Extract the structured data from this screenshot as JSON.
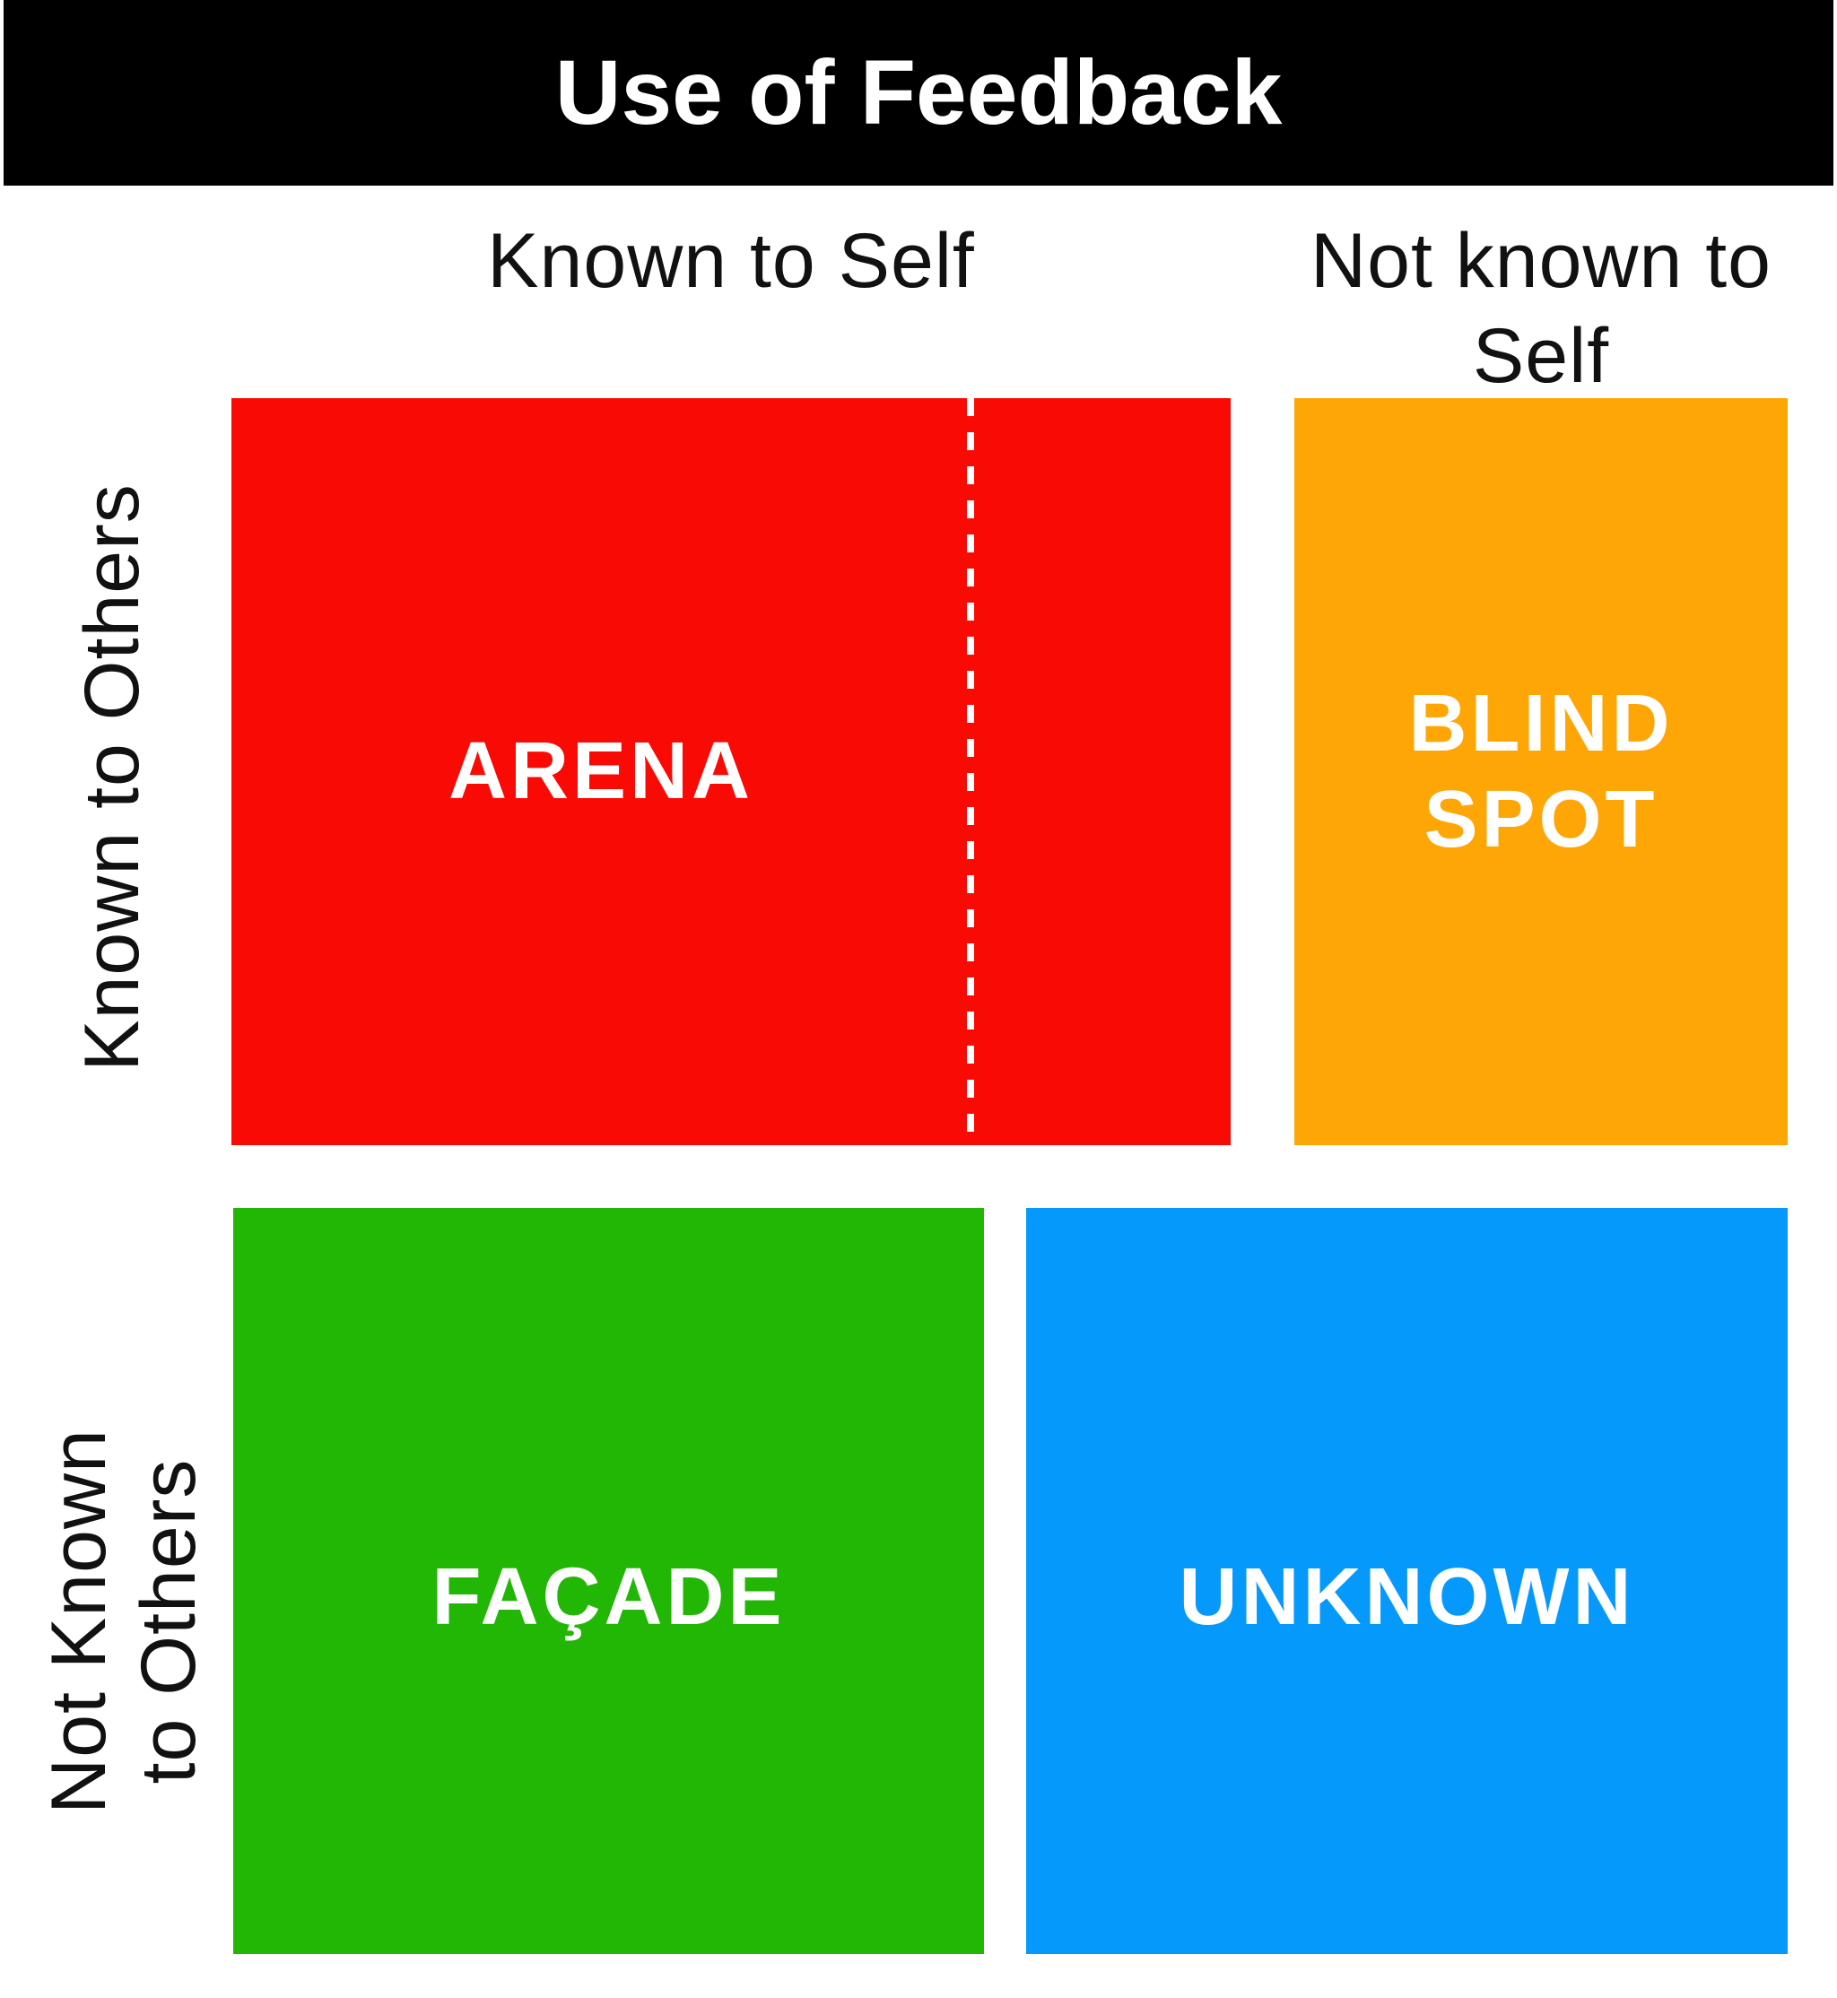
{
  "title": "Use of Feedback",
  "axes": {
    "columns": [
      {
        "label": "Known to Self"
      },
      {
        "label": "Not known to Self",
        "line1": "Not known to",
        "line2": "Self"
      }
    ],
    "rows": [
      {
        "label": "Known to Others"
      },
      {
        "label": "Not Known to Others",
        "line1": "Not Known",
        "line2": "to Others"
      }
    ]
  },
  "quadrants": [
    {
      "id": "arena",
      "label": "ARENA",
      "color": "#FA0A05",
      "position": "top-left"
    },
    {
      "id": "blind-spot",
      "label": "BLIND SPOT",
      "color": "#FFA607",
      "position": "top-right"
    },
    {
      "id": "facade",
      "label": "FAÇADE",
      "color": "#22B704",
      "position": "bottom-left"
    },
    {
      "id": "unknown",
      "label": "UNKNOWN",
      "color": "#0699FC",
      "position": "bottom-right"
    }
  ],
  "colors": {
    "header_bg": "#000000",
    "header_text": "#FFFFFF",
    "axis_label_text": "#111111",
    "quadrant_label_text": "#FFFFFF",
    "divider": "#FFFFFF",
    "background": "#FFFFFF"
  }
}
